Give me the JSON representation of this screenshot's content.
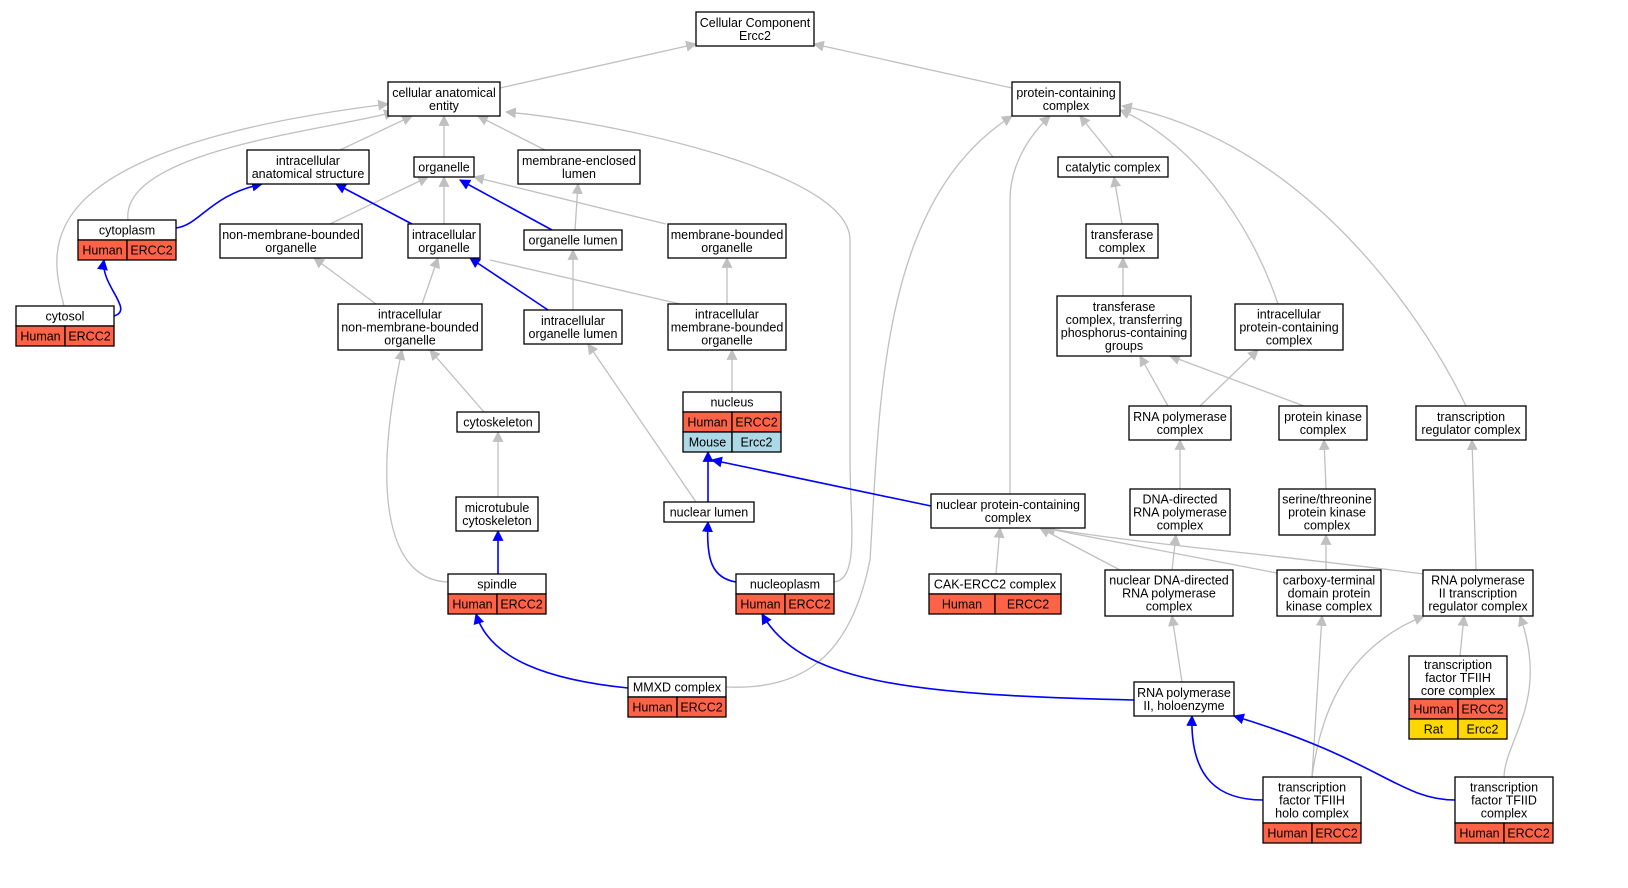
{
  "colors": {
    "human": "#ff6347",
    "mouse": "#add8e6",
    "rat": "#ffd700",
    "gray_edge": "#c0c0c0",
    "blue_edge": "#0000ff"
  },
  "nodes": {
    "root": {
      "lines": [
        "Cellular Component",
        "Ercc2"
      ]
    },
    "cae": {
      "lines": [
        "cellular anatomical",
        "entity"
      ]
    },
    "pcc": {
      "lines": [
        "protein-containing",
        "complex"
      ]
    },
    "ias": {
      "lines": [
        "intracellular",
        "anatomical structure"
      ]
    },
    "org": {
      "lines": [
        "organelle"
      ]
    },
    "mel": {
      "lines": [
        "membrane-enclosed",
        "lumen"
      ]
    },
    "cat": {
      "lines": [
        "catalytic complex"
      ]
    },
    "cyto": {
      "lines": [
        "cytoplasm"
      ]
    },
    "nmbo": {
      "lines": [
        "non-membrane-bounded",
        "organelle"
      ]
    },
    "io": {
      "lines": [
        "intracellular",
        "organelle"
      ]
    },
    "ol": {
      "lines": [
        "organelle lumen"
      ]
    },
    "mbo": {
      "lines": [
        "membrane-bounded",
        "organelle"
      ]
    },
    "tc": {
      "lines": [
        "transferase",
        "complex"
      ]
    },
    "cytosol": {
      "lines": [
        "cytosol"
      ]
    },
    "inmbo": {
      "lines": [
        "intracellular",
        "non-membrane-bounded",
        "organelle"
      ]
    },
    "iol": {
      "lines": [
        "intracellular",
        "organelle lumen"
      ]
    },
    "imbo": {
      "lines": [
        "intracellular",
        "membrane-bounded",
        "organelle"
      ]
    },
    "tctp": {
      "lines": [
        "transferase",
        "complex, transferring",
        "phosphorus-containing",
        "groups"
      ]
    },
    "ipcc": {
      "lines": [
        "intracellular",
        "protein-containing",
        "complex"
      ]
    },
    "nucleus": {
      "lines": [
        "nucleus"
      ]
    },
    "cytosk": {
      "lines": [
        "cytoskeleton"
      ]
    },
    "rnapc": {
      "lines": [
        "RNA polymerase",
        "complex"
      ]
    },
    "pkc": {
      "lines": [
        "protein kinase",
        "complex"
      ]
    },
    "trc": {
      "lines": [
        "transcription",
        "regulator complex"
      ]
    },
    "mtcs": {
      "lines": [
        "microtubule",
        "cytoskeleton"
      ]
    },
    "nl": {
      "lines": [
        "nuclear lumen"
      ]
    },
    "npcc": {
      "lines": [
        "nuclear protein-containing",
        "complex"
      ]
    },
    "ddrp": {
      "lines": [
        "DNA-directed",
        "RNA polymerase",
        "complex"
      ]
    },
    "stpk": {
      "lines": [
        "serine/threonine",
        "protein kinase",
        "complex"
      ]
    },
    "spindle": {
      "lines": [
        "spindle"
      ]
    },
    "np": {
      "lines": [
        "nucleoplasm"
      ]
    },
    "cak": {
      "lines": [
        "CAK-ERCC2 complex"
      ]
    },
    "ndd": {
      "lines": [
        "nuclear DNA-directed",
        "RNA polymerase",
        "complex"
      ]
    },
    "ctd": {
      "lines": [
        "carboxy-terminal",
        "domain protein",
        "kinase complex"
      ]
    },
    "rp2trc": {
      "lines": [
        "RNA polymerase",
        "II transcription",
        "regulator complex"
      ]
    },
    "tf2hcore": {
      "lines": [
        "transcription",
        "factor TFIIH",
        "core complex"
      ]
    },
    "mmxd": {
      "lines": [
        "MMXD complex"
      ]
    },
    "rp2h": {
      "lines": [
        "RNA polymerase",
        "II, holoenzyme"
      ]
    },
    "tf2hholo": {
      "lines": [
        "transcription",
        "factor TFIIH",
        "holo complex"
      ]
    },
    "tf2d": {
      "lines": [
        "transcription",
        "factor TFIID",
        "complex"
      ]
    }
  },
  "annotations": {
    "cyto": [
      [
        "Human",
        "ERCC2",
        "human"
      ]
    ],
    "cytosol": [
      [
        "Human",
        "ERCC2",
        "human"
      ]
    ],
    "nucleus": [
      [
        "Human",
        "ERCC2",
        "human"
      ],
      [
        "Mouse",
        "Ercc2",
        "mouse"
      ]
    ],
    "spindle": [
      [
        "Human",
        "ERCC2",
        "human"
      ]
    ],
    "np": [
      [
        "Human",
        "ERCC2",
        "human"
      ]
    ],
    "cak": [
      [
        "Human",
        "ERCC2",
        "human"
      ]
    ],
    "tf2hcore": [
      [
        "Human",
        "ERCC2",
        "human"
      ],
      [
        "Rat",
        "Ercc2",
        "rat"
      ]
    ],
    "mmxd": [
      [
        "Human",
        "ERCC2",
        "human"
      ]
    ],
    "tf2hholo": [
      [
        "Human",
        "ERCC2",
        "human"
      ]
    ],
    "tf2d": [
      [
        "Human",
        "ERCC2",
        "human"
      ]
    ]
  }
}
